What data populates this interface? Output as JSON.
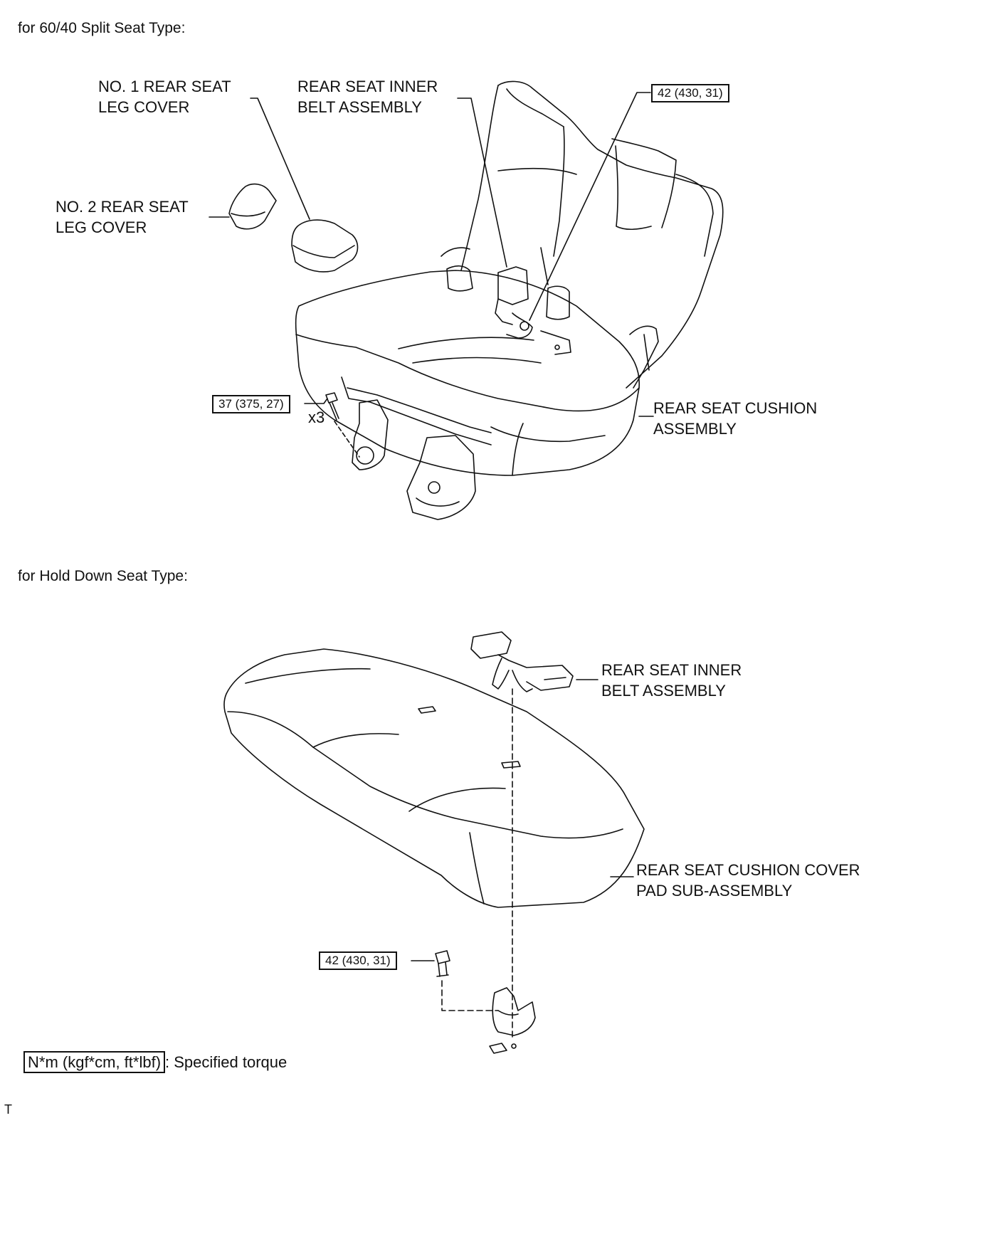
{
  "sections": {
    "split": "for 60/40 Split Seat   Type:",
    "hold": "for Hold Down Seat   Type:"
  },
  "labels": {
    "no1_leg_cover": "NO. 1 REAR SEAT\nLEG COVER",
    "inner_belt_top": "REAR SEAT INNER\nBELT ASSEMBLY",
    "no2_leg_cover": "NO. 2 REAR SEAT\nLEG COVER",
    "cushion_assembly": "REAR SEAT CUSHION\nASSEMBLY",
    "inner_belt_bottom": "REAR SEAT INNER\nBELT ASSEMBLY",
    "cushion_cover_pad": "REAR SEAT CUSHION COVER\nPAD SUB-ASSEMBLY"
  },
  "torques": {
    "top_belt": "42 (430, 31)",
    "leg_bolts": "37 (375, 27)",
    "bottom_belt": "42 (430, 31)"
  },
  "quantity": "x3",
  "legend": {
    "unit": "N*m (kgf*cm, ft*lbf)",
    "text": ": Specified torque"
  },
  "footer_mark": "T"
}
